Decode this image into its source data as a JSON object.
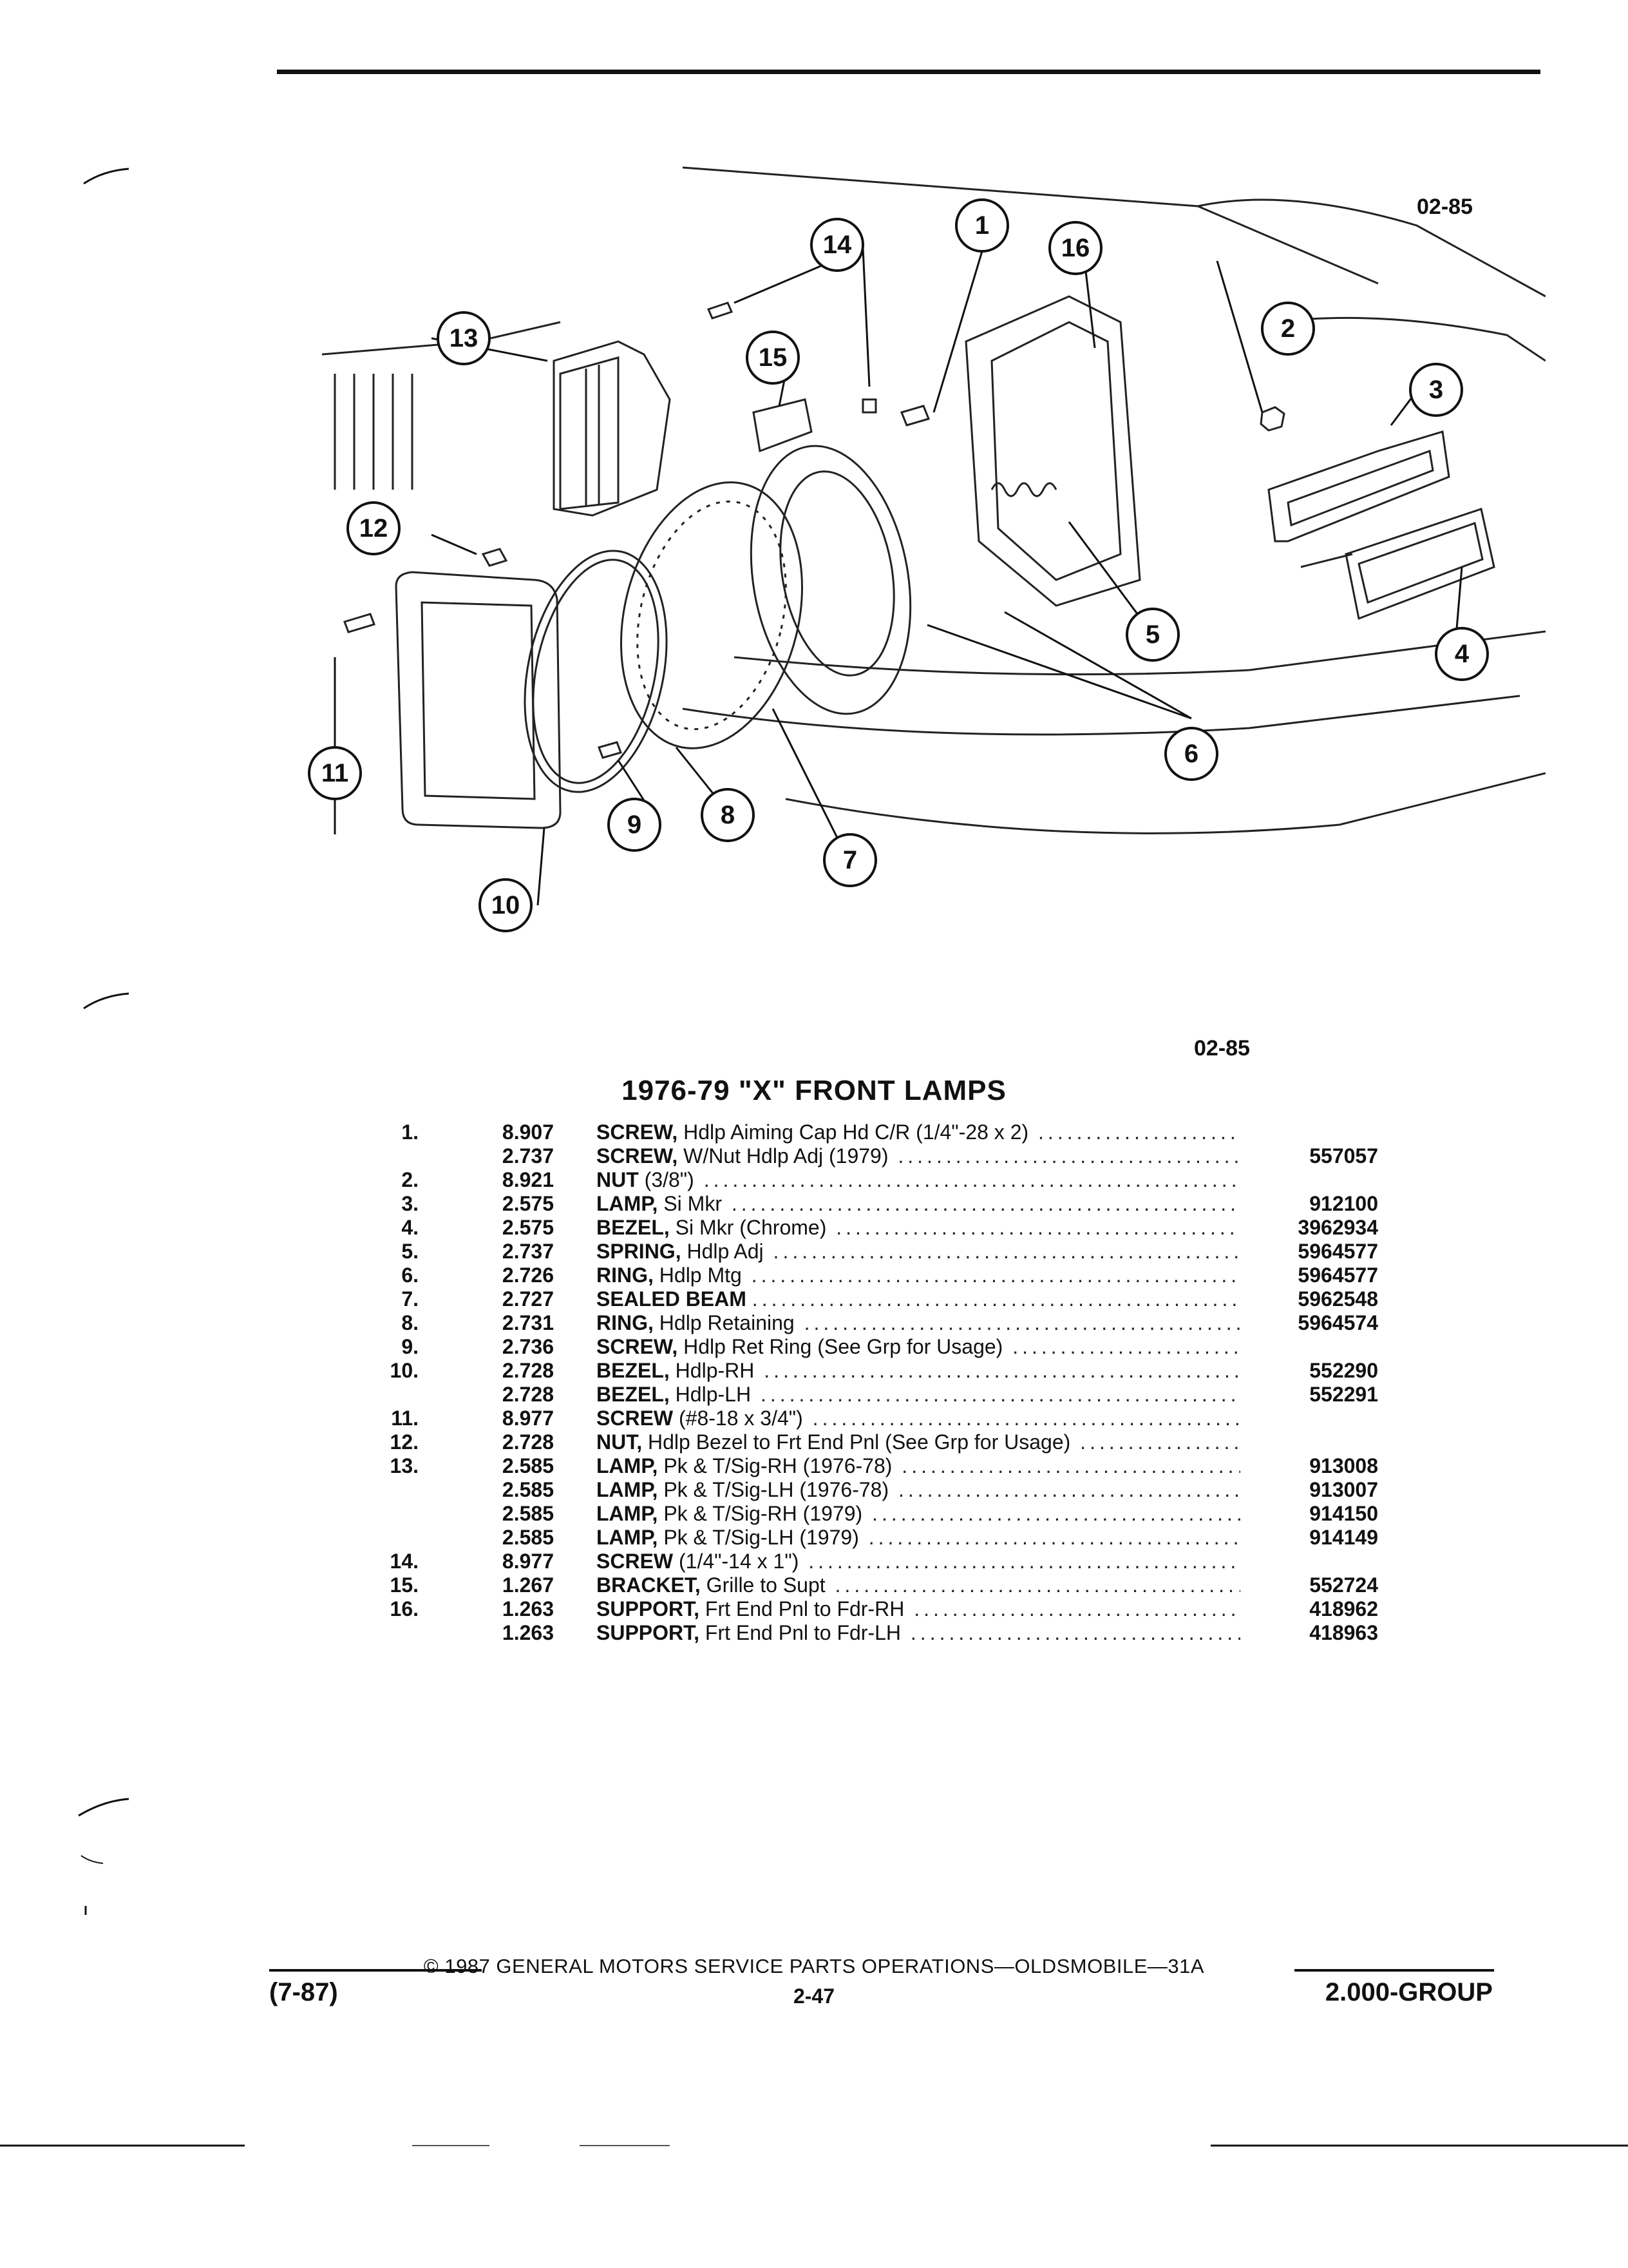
{
  "figure": {
    "ref_top": "02-85",
    "ref_bottom": "02-85",
    "callouts": [
      "1",
      "2",
      "3",
      "4",
      "5",
      "6",
      "7",
      "8",
      "9",
      "10",
      "11",
      "12",
      "13",
      "14",
      "15",
      "16"
    ]
  },
  "title": "1976-79 \"X\" FRONT LAMPS",
  "parts": [
    {
      "item": "1.",
      "group": "8.907",
      "name": "SCREW,",
      "desc": "Hdlp Aiming Cap Hd C/R (1/4\"-28 x 2)",
      "part": ""
    },
    {
      "item": "",
      "group": "2.737",
      "name": "SCREW,",
      "desc": "W/Nut Hdlp Adj (1979)",
      "part": "557057"
    },
    {
      "item": "2.",
      "group": "8.921",
      "name": "NUT",
      "desc": "(3/8\")",
      "part": ""
    },
    {
      "item": "3.",
      "group": "2.575",
      "name": "LAMP,",
      "desc": "Si Mkr",
      "part": "912100"
    },
    {
      "item": "4.",
      "group": "2.575",
      "name": "BEZEL,",
      "desc": "Si Mkr (Chrome)",
      "part": "3962934"
    },
    {
      "item": "5.",
      "group": "2.737",
      "name": "SPRING,",
      "desc": "Hdlp Adj",
      "part": "5964577"
    },
    {
      "item": "6.",
      "group": "2.726",
      "name": "RING,",
      "desc": "Hdlp Mtg",
      "part": "5964577"
    },
    {
      "item": "7.",
      "group": "2.727",
      "name": "SEALED BEAM",
      "desc": "",
      "part": "5962548"
    },
    {
      "item": "8.",
      "group": "2.731",
      "name": "RING,",
      "desc": "Hdlp Retaining",
      "part": "5964574"
    },
    {
      "item": "9.",
      "group": "2.736",
      "name": "SCREW,",
      "desc": "Hdlp Ret Ring (See Grp for Usage)",
      "part": ""
    },
    {
      "item": "10.",
      "group": "2.728",
      "name": "BEZEL,",
      "desc": "Hdlp-RH",
      "part": "552290"
    },
    {
      "item": "",
      "group": "2.728",
      "name": "BEZEL,",
      "desc": "Hdlp-LH",
      "part": "552291"
    },
    {
      "item": "11.",
      "group": "8.977",
      "name": "SCREW",
      "desc": "(#8-18 x 3/4\")",
      "part": ""
    },
    {
      "item": "12.",
      "group": "2.728",
      "name": "NUT,",
      "desc": "Hdlp Bezel to Frt End Pnl (See Grp for Usage)",
      "part": ""
    },
    {
      "item": "13.",
      "group": "2.585",
      "name": "LAMP,",
      "desc": "Pk & T/Sig-RH (1976-78)",
      "part": "913008"
    },
    {
      "item": "",
      "group": "2.585",
      "name": "LAMP,",
      "desc": "Pk & T/Sig-LH (1976-78)",
      "part": "913007"
    },
    {
      "item": "",
      "group": "2.585",
      "name": "LAMP,",
      "desc": "Pk & T/Sig-RH (1979)",
      "part": "914150"
    },
    {
      "item": "",
      "group": "2.585",
      "name": "LAMP,",
      "desc": "Pk & T/Sig-LH (1979)",
      "part": "914149"
    },
    {
      "item": "14.",
      "group": "8.977",
      "name": "SCREW",
      "desc": "(1/4\"-14 x 1\")",
      "part": ""
    },
    {
      "item": "15.",
      "group": "1.267",
      "name": "BRACKET,",
      "desc": "Grille to Supt",
      "part": "552724"
    },
    {
      "item": "16.",
      "group": "1.263",
      "name": "SUPPORT,",
      "desc": "Frt End Pnl to Fdr-RH",
      "part": "418962"
    },
    {
      "item": "",
      "group": "1.263",
      "name": "SUPPORT,",
      "desc": "Frt End Pnl to Fdr-LH",
      "part": "418963"
    }
  ],
  "footer": {
    "copyright": "© 1987 GENERAL MOTORS SERVICE PARTS OPERATIONS—OLDSMOBILE—31A",
    "date_code": "(7-87)",
    "page": "2-47",
    "group": "2.000-GROUP"
  }
}
